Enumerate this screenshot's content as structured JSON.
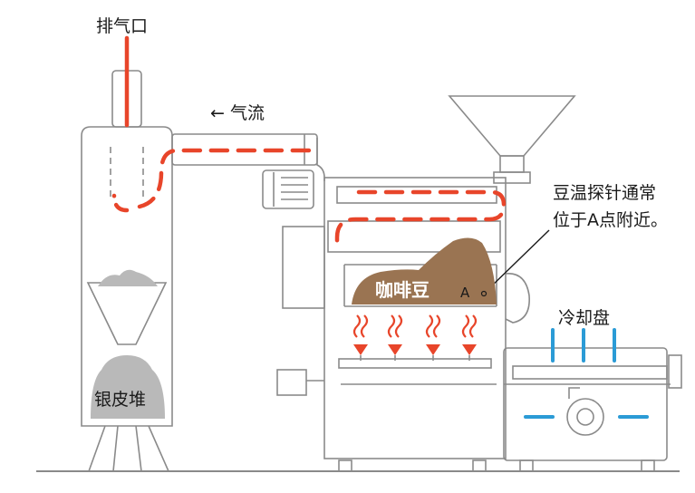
{
  "labels": {
    "exhaust": "排气口",
    "airflow": "← 气流",
    "probe_line1": "豆温探针通常",
    "probe_line2": "位于A点附近。",
    "cooling_tray": "冷却盘",
    "coffee_beans": "咖啡豆",
    "point_a": "A",
    "chaff_pile": "银皮堆"
  },
  "colors": {
    "outline": "#8a8a8a",
    "airflow_red": "#e8452a",
    "beans_brown": "#9a7452",
    "cooling_blue": "#2b9bd6",
    "chaff_gray": "#b9b9b9"
  }
}
